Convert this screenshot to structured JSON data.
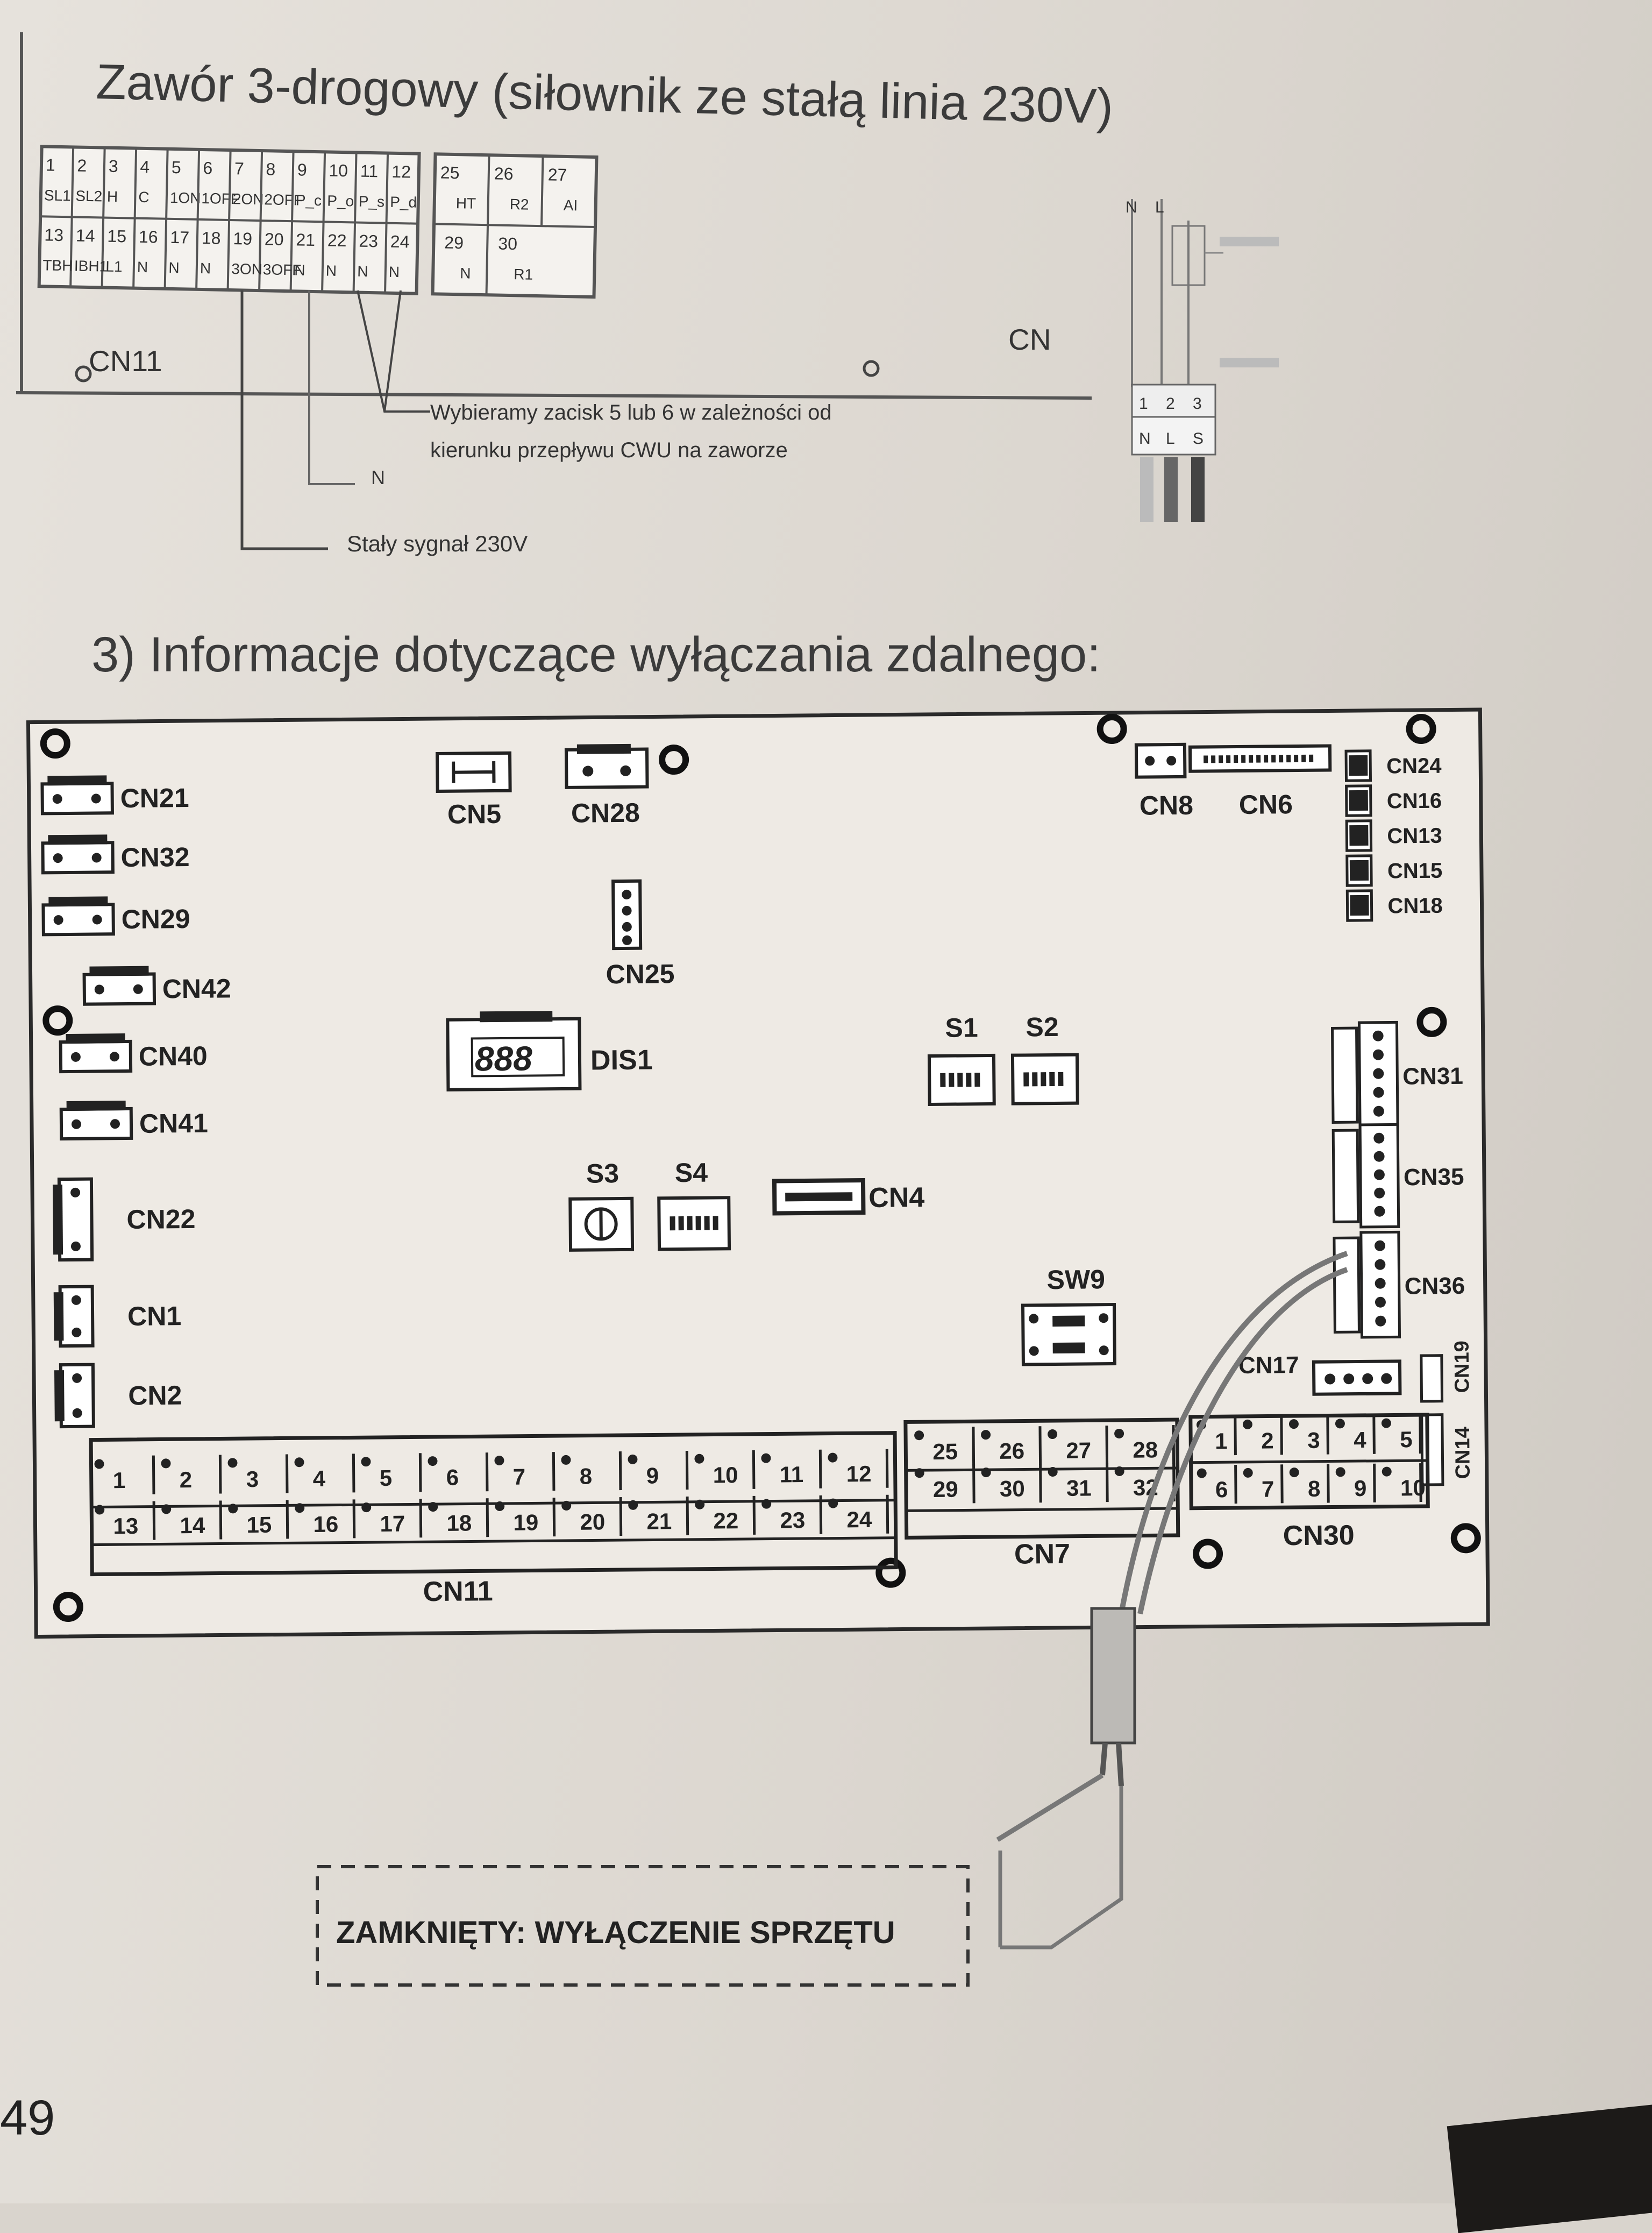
{
  "heading_valve": "Zawór 3-drogowy (siłownik ze stałą linia 230V)",
  "heading_remote": "3) Informacje dotyczące wyłączania zdalnego:",
  "page_number": "49",
  "top_terminal": {
    "upper_row": [
      {
        "n": "1",
        "t": "SL1"
      },
      {
        "n": "2",
        "t": "SL2"
      },
      {
        "n": "3",
        "t": "H"
      },
      {
        "n": "4",
        "t": "C"
      },
      {
        "n": "5",
        "t": "1ON"
      },
      {
        "n": "6",
        "t": "1OFF"
      },
      {
        "n": "7",
        "t": "2ON"
      },
      {
        "n": "8",
        "t": "2OFF"
      },
      {
        "n": "9",
        "t": "P_c"
      },
      {
        "n": "10",
        "t": "P_o"
      },
      {
        "n": "11",
        "t": "P_s"
      },
      {
        "n": "12",
        "t": "P_d"
      }
    ],
    "lower_row": [
      {
        "n": "13",
        "t": "TBH"
      },
      {
        "n": "14",
        "t": "IBH1"
      },
      {
        "n": "15",
        "t": "L1"
      },
      {
        "n": "16",
        "t": "N"
      },
      {
        "n": "17",
        "t": "N"
      },
      {
        "n": "18",
        "t": "N"
      },
      {
        "n": "19",
        "t": "3ON"
      },
      {
        "n": "20",
        "t": "3OFF"
      },
      {
        "n": "21",
        "t": "N"
      },
      {
        "n": "22",
        "t": "N"
      },
      {
        "n": "23",
        "t": "N"
      },
      {
        "n": "24",
        "t": "N"
      }
    ],
    "right_upper": [
      {
        "n": "25",
        "t": "HT"
      },
      {
        "n": "26",
        "t": "R2"
      },
      {
        "n": "27",
        "t": "AI"
      }
    ],
    "right_lower": [
      {
        "n": "29",
        "t": "N"
      },
      {
        "n": "30",
        "t": "R1"
      }
    ],
    "label_cn11": "CN11",
    "label_cn": "CN",
    "note_terminal": "Wybieramy zacisk 5 lub 6 w zależności od kierunku przepływu CWU na zaworze",
    "note_terminal_l1": "Wybieramy zacisk 5 lub 6 w zależności od",
    "note_terminal_l2": "kierunku przepływu CWU na zaworze",
    "label_n": "N",
    "note_230v": "Stały sygnał 230V"
  },
  "valve_side": {
    "label_n": "N",
    "label_l": "L",
    "terminals": [
      "1",
      "2",
      "3"
    ],
    "terminal_texts": [
      "N",
      "L",
      "S"
    ]
  },
  "board": {
    "left_connectors": [
      "CN21",
      "CN32",
      "CN29",
      "CN42",
      "CN40",
      "CN41",
      "CN22",
      "CN1",
      "CN2"
    ],
    "top_connectors": [
      "CN5",
      "CN28",
      "CN25",
      "CN8",
      "CN6"
    ],
    "right_top_connectors": [
      "CN24",
      "CN16",
      "CN13",
      "CN15",
      "CN18"
    ],
    "right_connectors": [
      "CN31",
      "CN35",
      "CN36",
      "CN17",
      "CN19",
      "CN14"
    ],
    "display": "DIS1",
    "switches": [
      "S1",
      "S2",
      "S3",
      "S4",
      "SW9"
    ],
    "cn4": "CN4",
    "cn11_upper": [
      "1",
      "2",
      "3",
      "4",
      "5",
      "6",
      "7",
      "8",
      "9",
      "10",
      "11",
      "12"
    ],
    "cn11_lower": [
      "13",
      "14",
      "15",
      "16",
      "17",
      "18",
      "19",
      "20",
      "21",
      "22",
      "23",
      "24"
    ],
    "cn7_upper": [
      "25",
      "26",
      "27",
      "28"
    ],
    "cn7_lower": [
      "29",
      "30",
      "31",
      "32"
    ],
    "cn30_upper": [
      "1",
      "2",
      "3",
      "4",
      "5"
    ],
    "cn30_lower": [
      "6",
      "7",
      "8",
      "9",
      "10"
    ],
    "label_cn11": "CN11",
    "label_cn7": "CN7",
    "label_cn30": "CN30"
  },
  "remote_note": "ZAMKNIĘTY: WYŁĄCZENIE SPRZĘTU"
}
